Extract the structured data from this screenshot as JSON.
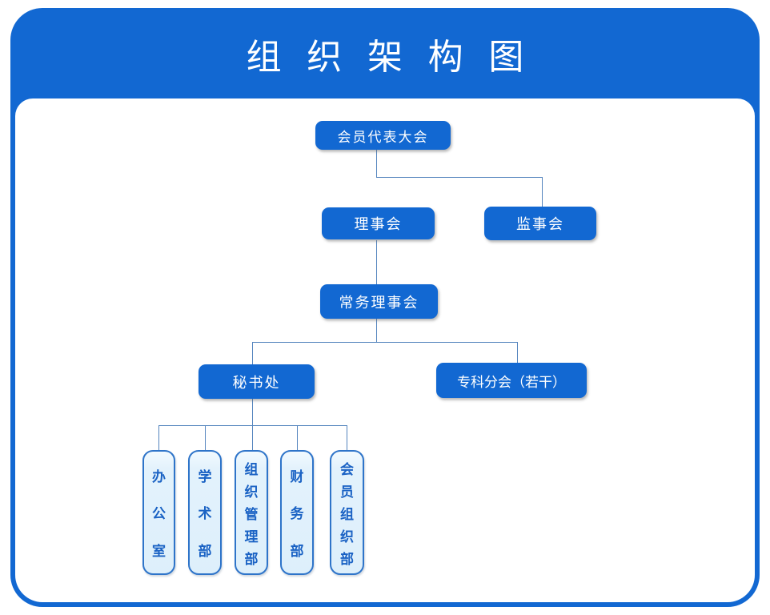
{
  "title": "组织架构图",
  "colors": {
    "primary_blue": "#1268D2",
    "card_background": "#1268D2",
    "canvas_background": "#FFFFFF",
    "title_text": "#FFFFFF",
    "node_text": "#FFFFFF",
    "dept_box_fill": "#E3F2FC",
    "dept_box_border": "#2E74C9",
    "dept_box_text": "#1A62C4",
    "connector_line": "#5585BE"
  },
  "nodes": {
    "assembly": "会员代表大会",
    "council": "理事会",
    "supervisory_board": "监事会",
    "standing_council": "常务理事会",
    "secretariat": "秘书处",
    "specialty_branches": "专科分会（若干）",
    "dept_office": "办公室",
    "dept_academic": "学术部",
    "dept_org_mgmt": "组织管理部",
    "dept_finance": "财务部",
    "dept_member_org": "会员组织部"
  },
  "hierarchy": {
    "会员代表大会": [
      "理事会",
      "监事会"
    ],
    "理事会": [
      "常务理事会"
    ],
    "常务理事会": [
      "秘书处",
      "专科分会（若干）"
    ],
    "秘书处": [
      "办公室",
      "学术部",
      "组织管理部",
      "财务部",
      "会员组织部"
    ]
  }
}
